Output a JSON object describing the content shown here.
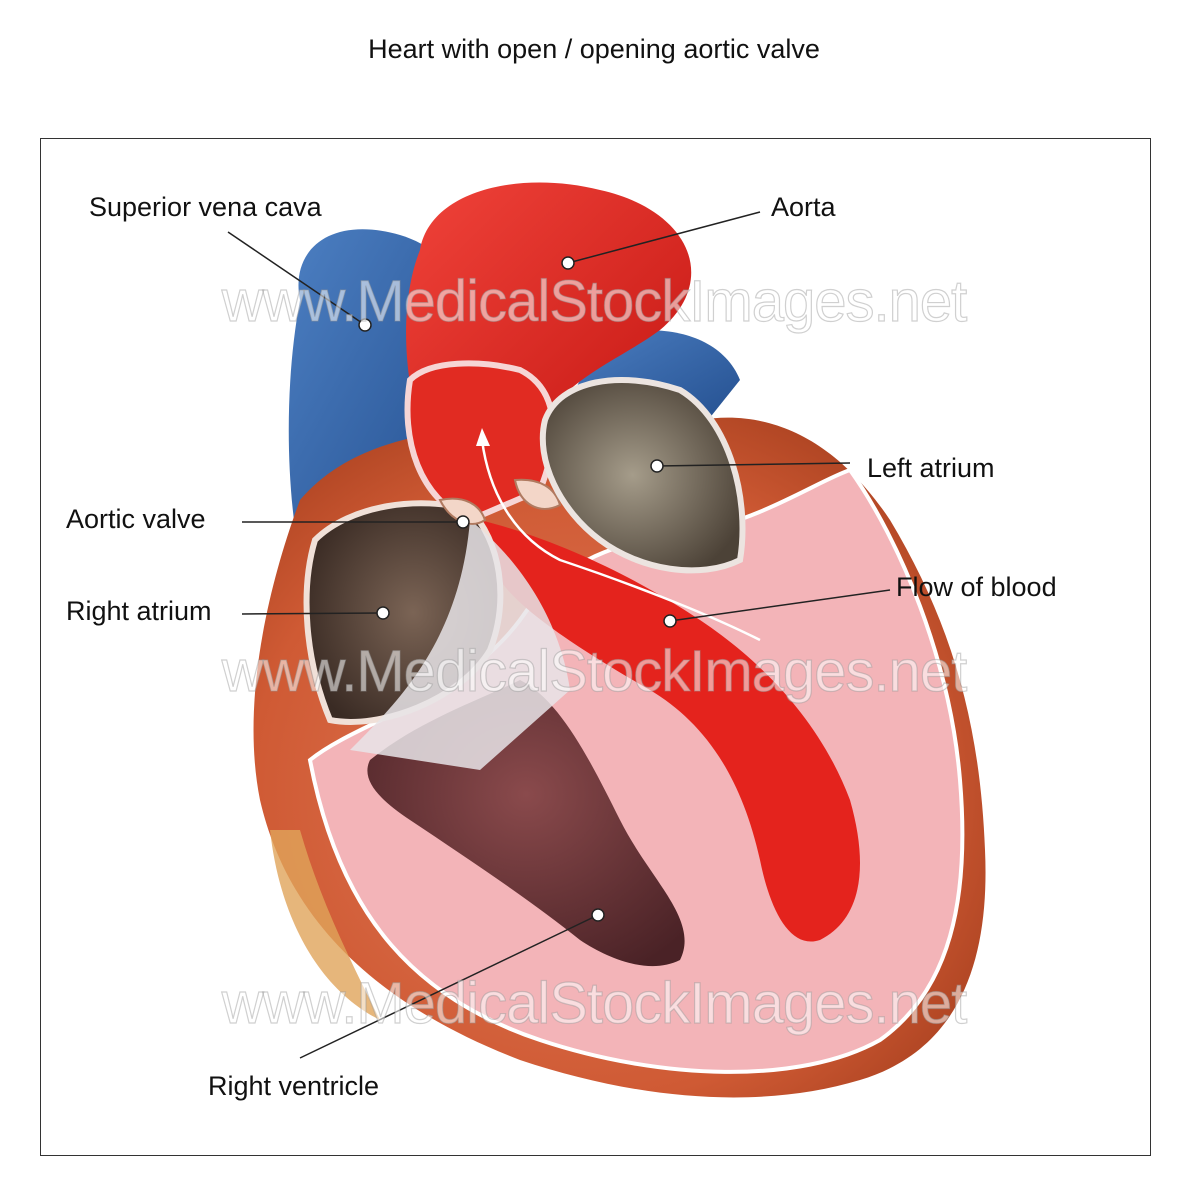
{
  "title": "Heart with open / opening aortic valve",
  "labels": {
    "superior_vena_cava": "Superior vena cava",
    "aorta": "Aorta",
    "left_atrium": "Left atrium",
    "aortic_valve": "Aortic valve",
    "right_atrium": "Right atrium",
    "flow_of_blood": "Flow of blood",
    "right_ventricle": "Right ventricle"
  },
  "watermark": "www.MedicalStockImages.net",
  "colors": {
    "muscle": "#f3b4b8",
    "outer_wall": "#d65c3a",
    "oxygenated_blood": "#e8231f",
    "vein_blue": "#2f63a8",
    "chamber_dark": "#5a4437",
    "left_atrium_grey": "#8f8574"
  }
}
